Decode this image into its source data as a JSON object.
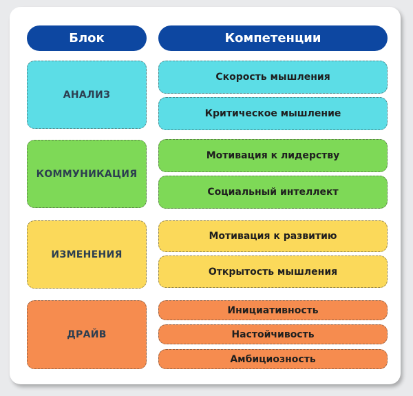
{
  "header": {
    "block_label": "Блок",
    "competencies_label": "Компетенции"
  },
  "colors": {
    "header": "#0d47a1",
    "analysis": "#5cdde6",
    "communication": "#7ed957",
    "changes": "#fbd95a",
    "drive": "#f68c4f"
  },
  "blocks": [
    {
      "name": "АНАЛИЗ",
      "competencies": [
        "Скорость мышления",
        "Критическое мышление"
      ]
    },
    {
      "name": "КОММУНИКАЦИЯ",
      "competencies": [
        "Мотивация к лидерству",
        "Социальный интеллект"
      ]
    },
    {
      "name": "ИЗМЕНЕНИЯ",
      "competencies": [
        "Мотивация к развитию",
        "Открытость мышления"
      ]
    },
    {
      "name": "ДРАЙВ",
      "competencies": [
        "Инициативность",
        "Настойчивость",
        "Амбициозность"
      ]
    }
  ]
}
